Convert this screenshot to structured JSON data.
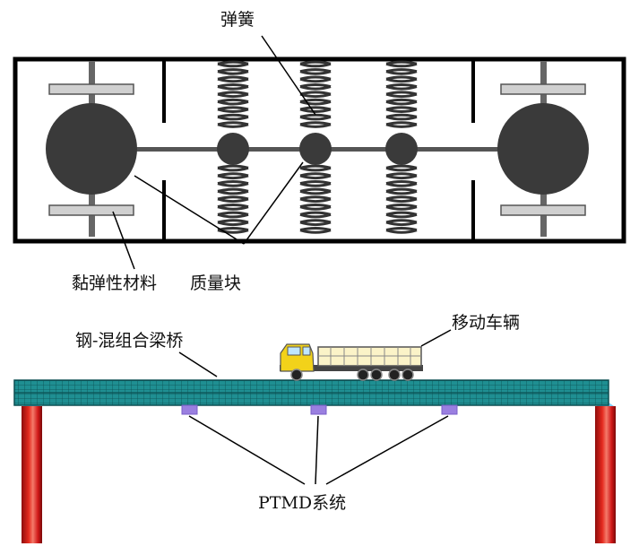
{
  "labels": {
    "spring": "弹簧",
    "viscoelastic_material": "黏弹性材料",
    "mass_block": "质量块",
    "bridge": "钢-混组合梁桥",
    "vehicle": "移动车辆",
    "ptmd": "PTMD系统"
  },
  "colors": {
    "frame": "#000000",
    "mass": "#3a3a3a",
    "spring": "#333333",
    "pad": "#c8c8c8",
    "deck": "#1f8f92",
    "deck_grid": "#0b4f52",
    "pier": "#d01818",
    "pier_highlight": "#f07060",
    "ptmd_box": "#9a7fe0",
    "truck_cab": "#f2d21a",
    "truck_cargo": "#fbf3c8",
    "wheel": "#222222"
  }
}
